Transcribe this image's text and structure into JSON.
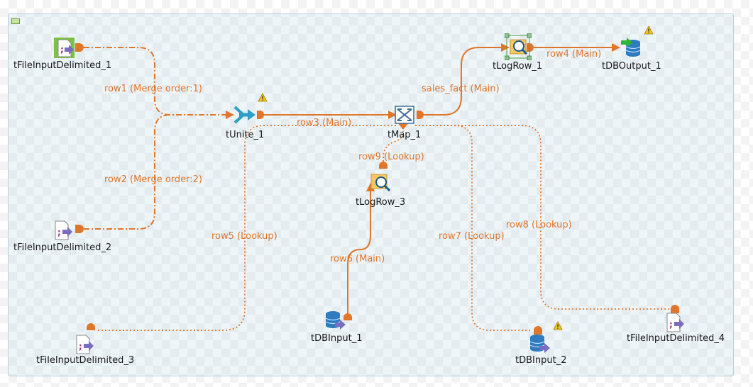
{
  "components": {
    "tFileInputDelimited_1": "tFileInputDelimited_1",
    "tFileInputDelimited_2": "tFileInputDelimited_2",
    "tFileInputDelimited_3": "tFileInputDelimited_3",
    "tFileInputDelimited_4": "tFileInputDelimited_4",
    "tUnite_1": "tUnite_1",
    "tMap_1": "tMap_1",
    "tLogRow_1": "tLogRow_1",
    "tLogRow_3": "tLogRow_3",
    "tDBOutput_1": "tDBOutput_1",
    "tDBInput_1": "tDBInput_1",
    "tDBInput_2": "tDBInput_2"
  },
  "links": {
    "row1": "row1 (Merge order:1)",
    "row2": "row2 (Merge order:2)",
    "row3": "row3 (Main)",
    "row4": "row4 (Main)",
    "row5": "row5 (Lookup)",
    "row6": "row6 (Main)",
    "row7": "row7 (Lookup)",
    "row8": "row8 (Lookup)",
    "row9": "row9 (Lookup)",
    "sales_fact": "sales_fact (Main)"
  },
  "colors": {
    "link": "#e0762a",
    "label": "#e0762a",
    "warning": "#f5c518"
  },
  "icons": {
    "file": "delimited-file-icon",
    "unite": "unite-icon",
    "map": "map-icon",
    "log": "log-row-icon",
    "db_out": "db-output-icon",
    "db_in": "db-input-icon",
    "warn": "warning-icon"
  }
}
